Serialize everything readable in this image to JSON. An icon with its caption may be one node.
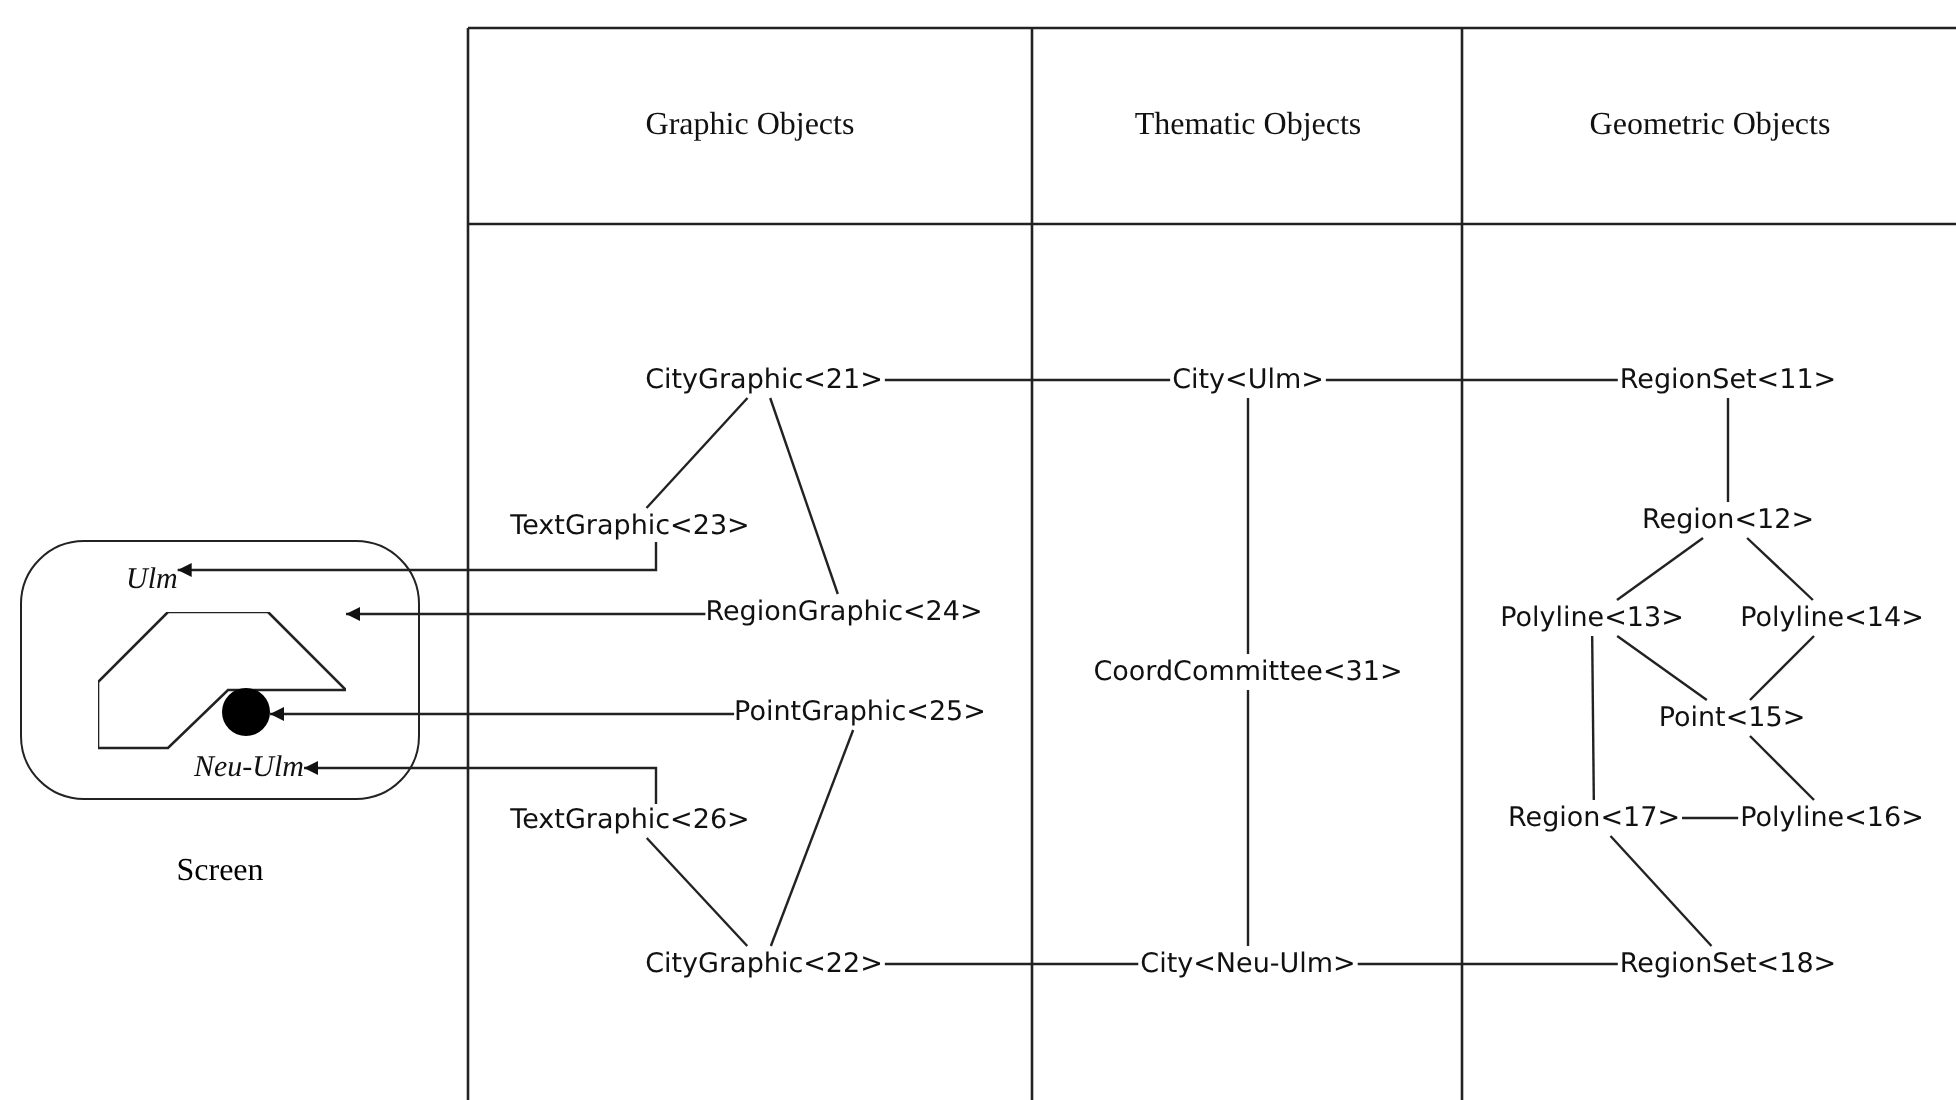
{
  "diagram": {
    "nodes": [
      {
        "text": [
          "Screen"
        ]
      },
      {
        "text": [
          "Ulm"
        ],
        "in": 0
      },
      {
        "text": [],
        "shape": "polygon",
        "in": 0
      },
      {
        "text": [],
        "shape": "circle",
        "in": 0
      },
      {
        "text": [
          "Neu-Ulm"
        ],
        "in": 0
      },
      {
        "text": [
          "CityGraphic<21>"
        ]
      },
      {
        "text": [
          "TextGraphic<23>"
        ]
      },
      {
        "text": [
          "RegionGraphic<24>"
        ]
      },
      {
        "text": [
          "PointGraphic<25>"
        ]
      },
      {
        "text": [
          "TextGraphic<26>"
        ]
      },
      {
        "text": [
          "CityGraphic<22>"
        ]
      },
      {
        "text": [
          "City<Ulm>"
        ]
      },
      {
        "text": [
          "CoordCommittee<31>"
        ]
      },
      {
        "text": [
          "City<Neu-Ulm>"
        ]
      },
      {
        "text": [
          "RegionSet<11>"
        ]
      },
      {
        "text": [
          "Region<12>"
        ]
      },
      {
        "text": [
          "Polyline<13>"
        ]
      },
      {
        "text": [
          "Polyline<14>"
        ]
      },
      {
        "text": [
          "Point<15>"
        ]
      },
      {
        "text": [
          "Region<17>"
        ]
      },
      {
        "text": [
          "Polyline<16>"
        ]
      },
      {
        "text": [
          "RegionSet<18>"
        ]
      }
    ],
    "edges": [
      {
        "from": 5,
        "to": 6,
        "arrow": "none"
      },
      {
        "from": 5,
        "to": 7,
        "arrow": "none"
      },
      {
        "from": 6,
        "to": 1,
        "arrow": "to"
      },
      {
        "from": 7,
        "to": 2,
        "arrow": "to"
      },
      {
        "from": 8,
        "to": 3,
        "arrow": "to"
      },
      {
        "from": 9,
        "to": 4,
        "arrow": "to"
      },
      {
        "from": 8,
        "to": 10,
        "arrow": "none"
      },
      {
        "from": 9,
        "to": 10,
        "arrow": "none"
      },
      {
        "from": 5,
        "to": 11,
        "arrow": "none"
      },
      {
        "from": 10,
        "to": 13,
        "arrow": "none"
      },
      {
        "from": 11,
        "to": 12,
        "arrow": "none"
      },
      {
        "from": 12,
        "to": 13,
        "arrow": "none"
      },
      {
        "from": 11,
        "to": 14,
        "arrow": "none"
      },
      {
        "from": 13,
        "to": 21,
        "arrow": "none"
      },
      {
        "from": 14,
        "to": 15,
        "arrow": "none"
      },
      {
        "from": 15,
        "to": 16,
        "arrow": "none"
      },
      {
        "from": 15,
        "to": 17,
        "arrow": "none"
      },
      {
        "from": 16,
        "to": 18,
        "arrow": "none"
      },
      {
        "from": 17,
        "to": 18,
        "arrow": "none"
      },
      {
        "from": 16,
        "to": 19,
        "arrow": "none"
      },
      {
        "from": 19,
        "to": 20,
        "arrow": "none"
      },
      {
        "from": 18,
        "to": 20,
        "arrow": "none"
      },
      {
        "from": 19,
        "to": 21,
        "arrow": "none"
      }
    ],
    "labels": [
      "Graphic Objects",
      "Thematic Objects",
      "Geometric Objects"
    ]
  }
}
